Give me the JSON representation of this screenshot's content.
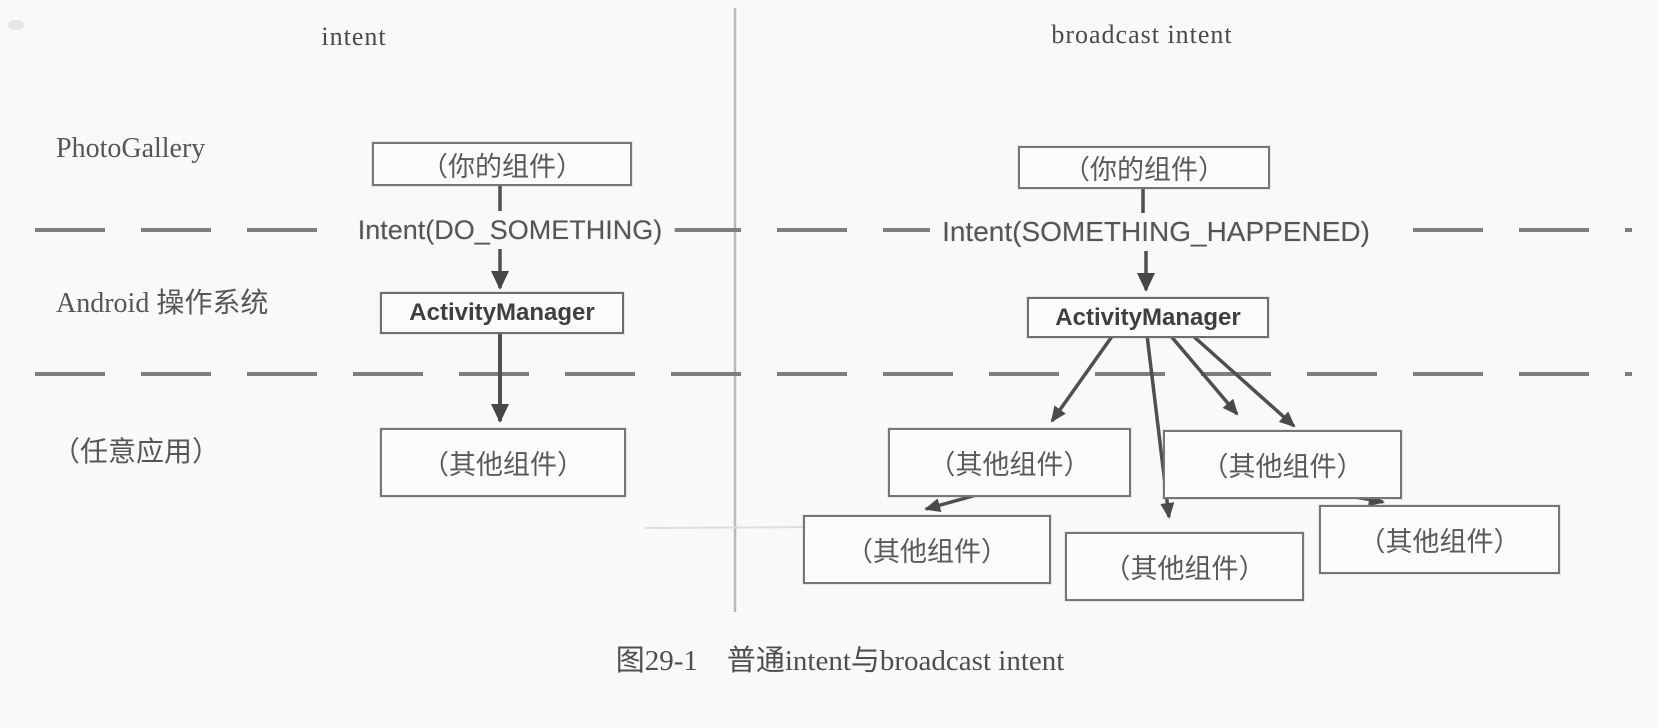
{
  "figure": {
    "caption": "图29-1　普通intent与broadcast intent"
  },
  "headers": {
    "left": "intent",
    "right": "broadcast intent"
  },
  "layer_labels": {
    "app": "PhotoGallery",
    "os": "Android 操作系统",
    "any_app": "（任意应用）"
  },
  "left": {
    "your_component": "（你的组件）",
    "intent_label": "Intent(DO_SOMETHING)",
    "activity_manager": "ActivityManager",
    "other_component": "（其他组件）"
  },
  "right": {
    "your_component": "（你的组件）",
    "intent_label": "Intent(SOMETHING_HAPPENED)",
    "activity_manager": "ActivityManager",
    "receivers": [
      "（其他组件）",
      "（其他组件）",
      "（其他组件）",
      "（其他组件）",
      "（其他组件）"
    ]
  },
  "colors": {
    "background": "#f9f9f7",
    "box_border": "#767676",
    "arrow_line": "#4f4f4f",
    "dashed_line": "#7e7e7e",
    "divider": "#b9b9b9",
    "text": "#4c4c4c"
  }
}
